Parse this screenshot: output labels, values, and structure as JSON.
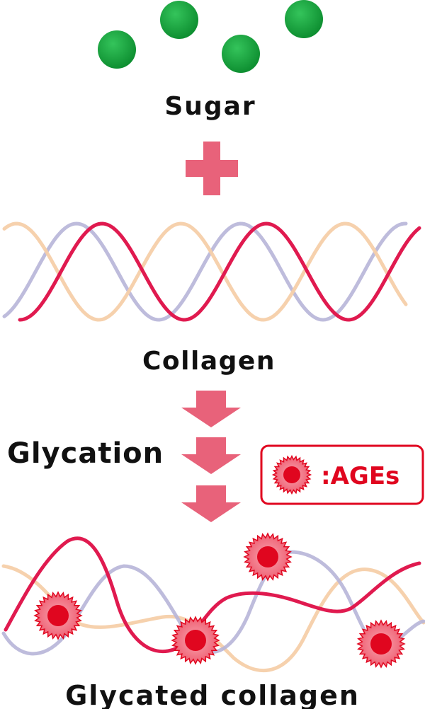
{
  "labels": {
    "sugar": "Sugar",
    "collagen": "Collagen",
    "glycation": "Glycation",
    "glycated_collagen": "Glycated collagen"
  },
  "legend": {
    "ages_text": ":AGEs"
  },
  "colors": {
    "sugar_green": "#14a33b",
    "plus_pink": "#e8627a",
    "arrow_pink": "#e8627a",
    "strand_red": "#e01a4f",
    "strand_lavender": "#b7b5d8",
    "strand_peach": "#f6cfa9",
    "ages_outer": "#f06d7e",
    "ages_inner": "#e0061f",
    "legend_border": "#e0061f"
  }
}
